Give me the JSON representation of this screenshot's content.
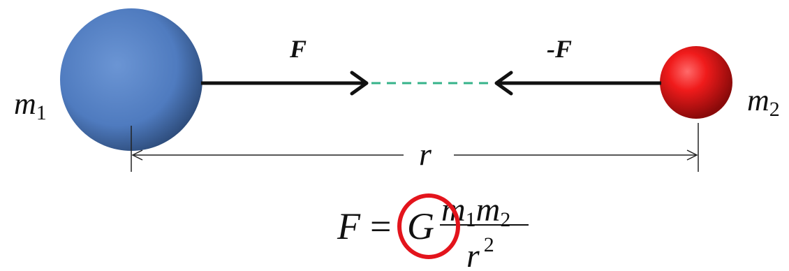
{
  "colors": {
    "mass1": "#4f7bbf",
    "mass2": "#e0141a",
    "force_arrow": "#111111",
    "separation": "#36b38a",
    "dimension": "#222222",
    "highlight_circle": "#e3141c"
  },
  "mass1": {
    "symbol": "m",
    "subscript": "1"
  },
  "mass2": {
    "symbol": "m",
    "subscript": "2"
  },
  "force_labels": {
    "left": "F",
    "right": "-F"
  },
  "distance": {
    "label": "r"
  },
  "formula": {
    "lhs": "F",
    "equals": "=",
    "constant": "G",
    "numerator_m1": "m",
    "numerator_m1_sub": "1",
    "numerator_m2": "m",
    "numerator_m2_sub": "2",
    "denominator": "r",
    "denominator_exp": "2"
  }
}
